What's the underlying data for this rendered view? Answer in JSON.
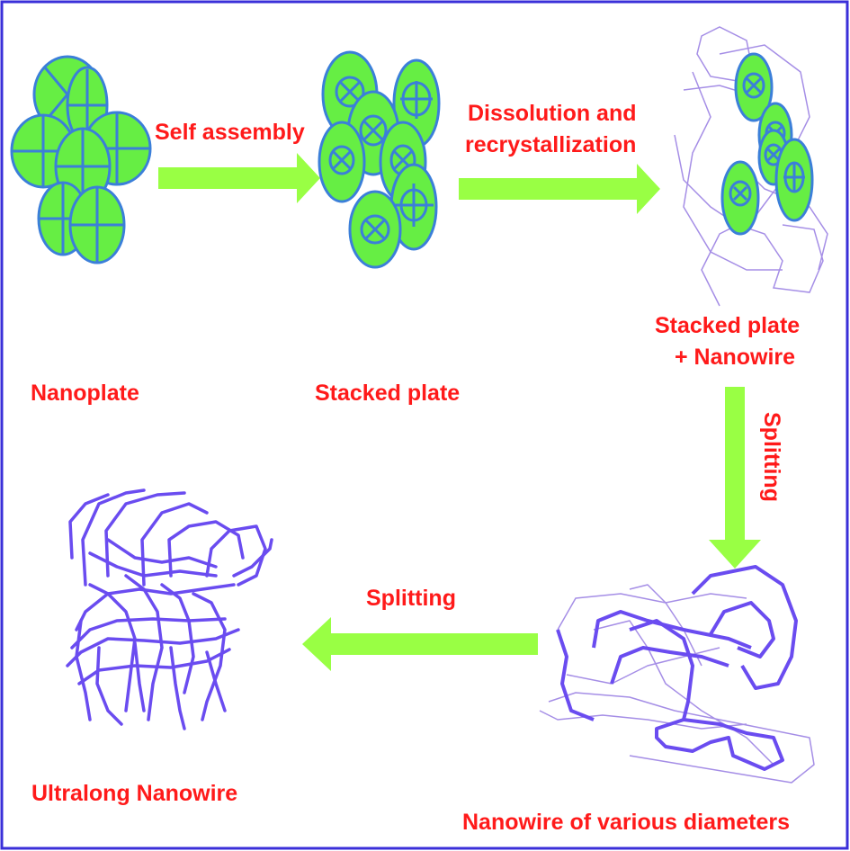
{
  "stages": {
    "nanoplate": "Nanoplate",
    "stacked_plate": "Stacked plate",
    "stacked_plate_nanowire_line1": "Stacked plate",
    "stacked_plate_nanowire_line2": "+ Nanowire",
    "various_diameters": "Nanowire of various diameters",
    "ultralong": "Ultralong Nanowire"
  },
  "arrows": {
    "self_assembly": "Self assembly",
    "dissolution_line1": "Dissolution and",
    "dissolution_line2": "recrystallization",
    "splitting_vertical": "Splitting",
    "splitting_horizontal": "Splitting"
  },
  "colors": {
    "border": "#3a2fd9",
    "plate_fill": "#66ee44",
    "plate_stroke": "#3b7fd9",
    "arrow": "#99ff44",
    "text": "#ff1a1a",
    "wire_thin": "#a58ee6",
    "wire_thick": "#6a4cf0"
  }
}
